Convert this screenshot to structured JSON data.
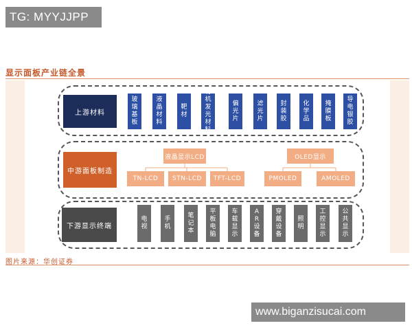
{
  "watermarks": {
    "top": "TG: MYYJJPP",
    "bottom": "www.biganzisucai.com"
  },
  "figure": {
    "title": "显示面板产业链全景",
    "source": "图片来源：华创证券"
  },
  "upstream": {
    "label": "上游材料",
    "items": [
      "玻璃基板",
      "液晶材料",
      "靶材",
      "有机发光材料",
      "偏光片",
      "滤光片",
      "封装胶",
      "化学品",
      "掩膜板",
      "导电银胶"
    ]
  },
  "midstream": {
    "label": "中游面板制造",
    "lcd": {
      "label": "液晶显示LCD",
      "children": [
        "TN-LCD",
        "STN-LCD",
        "TFT-LCD"
      ]
    },
    "oled": {
      "label": "OLED显示",
      "children": [
        "PMOLED",
        "AMOLED"
      ]
    }
  },
  "downstream": {
    "label": "下游显示终端",
    "items": [
      "电视",
      "手机",
      "笔记本",
      "平板电脑",
      "车载显示",
      "AR设备",
      "穿戴设备",
      "照明",
      "工控显示",
      "公共显示"
    ]
  },
  "colors": {
    "upstream_label": "#1c2d5a",
    "upstream_item": "#2d4fa4",
    "midstream_label": "#d0602a",
    "midstream_item": "#f2ad85",
    "downstream_label": "#4a4a4a",
    "downstream_item": "#6b6b6b",
    "accent": "#c4592b"
  }
}
